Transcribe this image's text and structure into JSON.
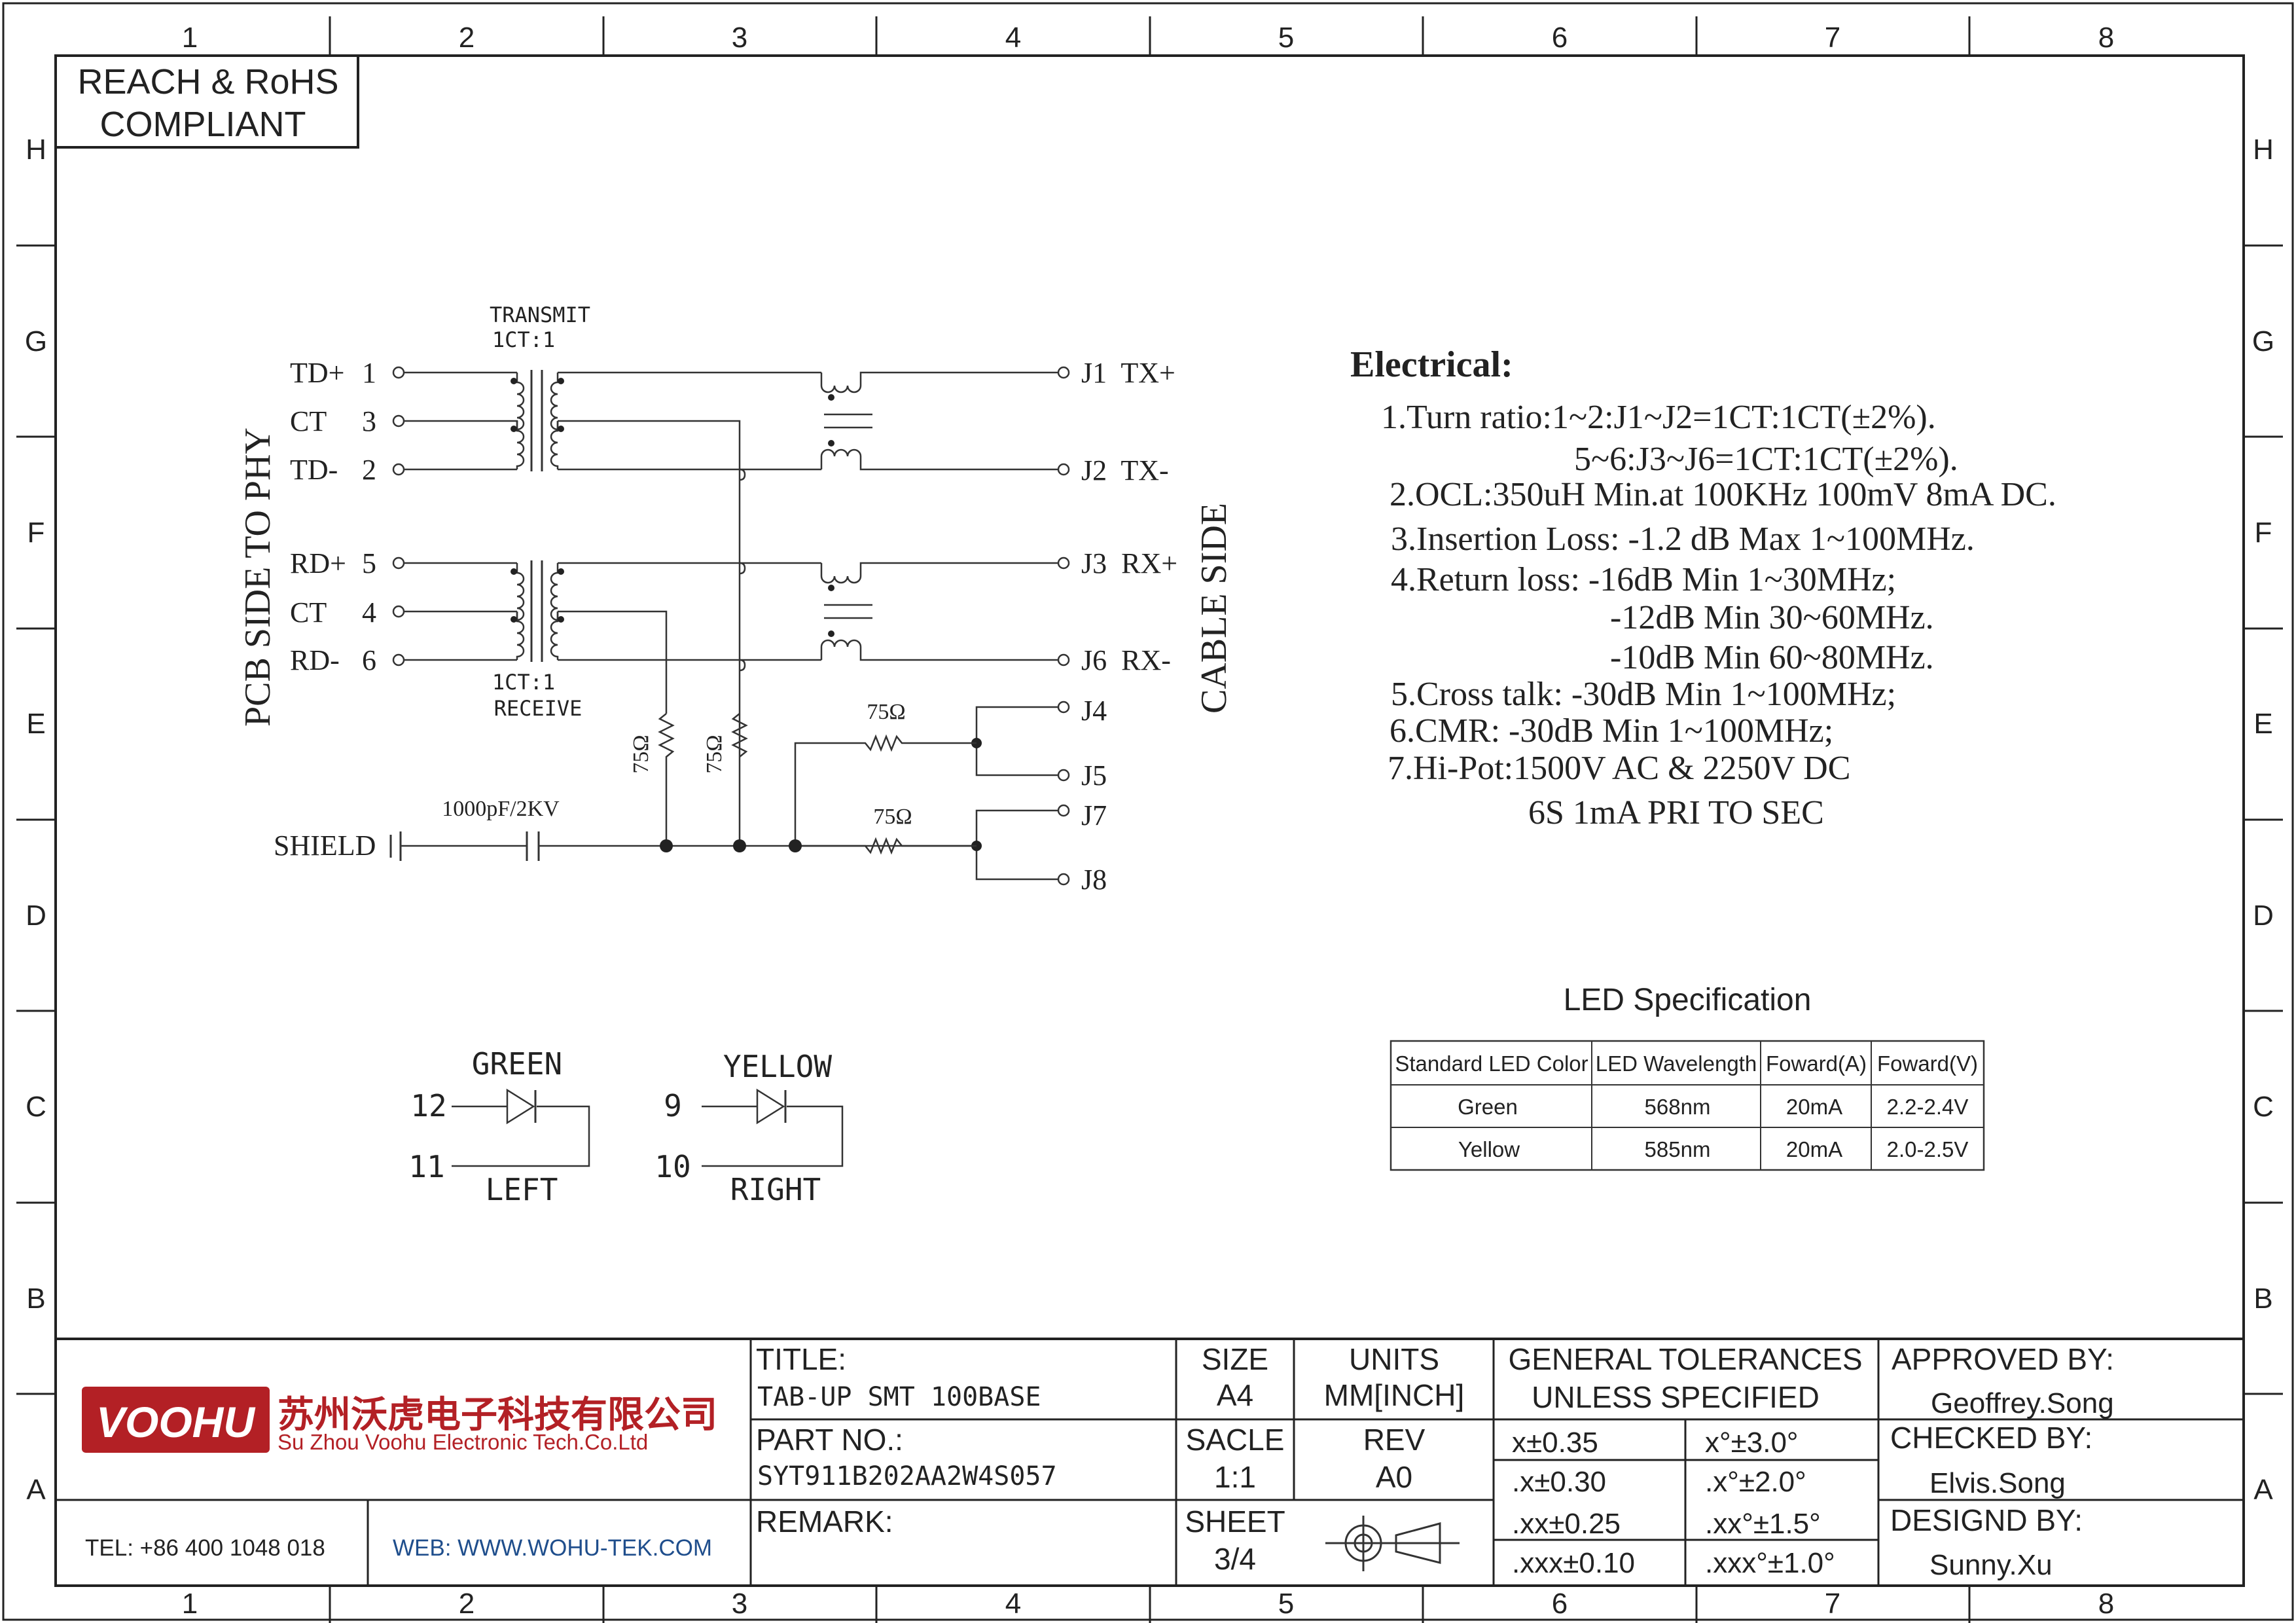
{
  "frame": {
    "columns": [
      "1",
      "2",
      "3",
      "4",
      "5",
      "6",
      "7",
      "8"
    ],
    "rows": [
      "H",
      "G",
      "F",
      "E",
      "D",
      "C",
      "B",
      "A"
    ]
  },
  "compliance": {
    "line1": "REACH & RoHS",
    "line2": "COMPLIANT"
  },
  "schematic": {
    "left_side_label": "PCB SIDE TO PHY",
    "right_side_label": "CABLE SIDE",
    "transmit_label": "TRANSMIT",
    "transmit_ratio": "1CT:1",
    "receive_ratio": "1CT:1",
    "receive_label": "RECEIVE",
    "left_pins": [
      {
        "name": "TD+",
        "num": "1"
      },
      {
        "name": "CT",
        "num": "3"
      },
      {
        "name": "TD-",
        "num": "2"
      },
      {
        "name": "RD+",
        "num": "5"
      },
      {
        "name": "CT",
        "num": "4"
      },
      {
        "name": "RD-",
        "num": "6"
      }
    ],
    "right_pins": [
      {
        "name": "J1  TX+"
      },
      {
        "name": "J2  TX-"
      },
      {
        "name": "J3  RX+"
      },
      {
        "name": "J6  RX-"
      },
      {
        "name": "J4"
      },
      {
        "name": "J5"
      },
      {
        "name": "J7"
      },
      {
        "name": "J8"
      }
    ],
    "resistor_vertical_1": "75Ω",
    "resistor_vertical_2": "75Ω",
    "resistor_horizontal_1": "75Ω",
    "resistor_horizontal_2": "75Ω",
    "capacitor_label": "1000pF/2KV",
    "shield_label": "SHIELD"
  },
  "leds": {
    "left": {
      "color": "GREEN",
      "pin_a": "12",
      "pin_b": "11",
      "position": "LEFT"
    },
    "right": {
      "color": "YELLOW",
      "pin_a": "9",
      "pin_b": "10",
      "position": "RIGHT"
    }
  },
  "electrical": {
    "heading": "Electrical:",
    "lines": [
      "1.Turn ratio:1~2:J1~J2=1CT:1CT(±2%).",
      "5~6:J3~J6=1CT:1CT(±2%).",
      "2.OCL:350uH Min.at 100KHz 100mV 8mA DC.",
      "3.Insertion Loss: -1.2 dB Max 1~100MHz.",
      "4.Return loss: -16dB Min 1~30MHz;",
      "-12dB Min 30~60MHz.",
      "-10dB Min 60~80MHz.",
      "5.Cross talk: -30dB Min 1~100MHz;",
      "6.CMR: -30dB Min 1~100MHz;",
      "7.Hi-Pot:1500V AC & 2250V DC",
      "6S 1mA PRI TO SEC"
    ]
  },
  "led_spec": {
    "title": "LED Specification",
    "headers": [
      "Standard LED Color",
      "LED Wavelength",
      "Foward(A)",
      "Foward(V)"
    ],
    "rows": [
      [
        "Green",
        "568nm",
        "20mA",
        "2.2-2.4V"
      ],
      [
        "Yellow",
        "585nm",
        "20mA",
        "2.0-2.5V"
      ]
    ]
  },
  "title_block": {
    "logo_text": "VOOHU",
    "company_cn": "苏州沃虎电子科技有限公司",
    "company_en": "Su Zhou Voohu Electronic Tech.Co.Ltd",
    "tel": "TEL: +86 400 1048 018",
    "web": "WEB: WWW.WOHU-TEK.COM",
    "title_label": "TITLE:",
    "title_value": "TAB-UP SMT 100BASE",
    "part_label": "PART NO.:",
    "part_value": "SYT911B202AA2W4S057",
    "remark_label": "REMARK:",
    "size_label": "SIZE",
    "size_value": "A4",
    "units_label": "UNITS",
    "units_value": "MM[INCH]",
    "scale_label": "SACLE",
    "scale_value": "1:1",
    "rev_label": "REV",
    "rev_value": "A0",
    "sheet_label": "SHEET",
    "sheet_value": "3/4",
    "tolerance_heading_1": "GENERAL TOLERANCES",
    "tolerance_heading_2": "UNLESS SPECIFIED",
    "tolerances": [
      [
        "x±0.35",
        "x°±3.0°"
      ],
      [
        ".x±0.30",
        ".x°±2.0°"
      ],
      [
        ".xx±0.25",
        ".xx°±1.5°"
      ],
      [
        ".xxx±0.10",
        ".xxx°±1.0°"
      ]
    ],
    "approved_label": "APPROVED BY:",
    "approved_value": "Geoffrey.Song",
    "checked_label": "CHECKED BY:",
    "checked_value": "Elvis.Song",
    "designed_label": "DESIGND BY:",
    "designed_value": "Sunny.Xu"
  },
  "colors": {
    "logo_red": "#b32025",
    "web_blue": "#1f4e8c",
    "line": "#333333"
  }
}
